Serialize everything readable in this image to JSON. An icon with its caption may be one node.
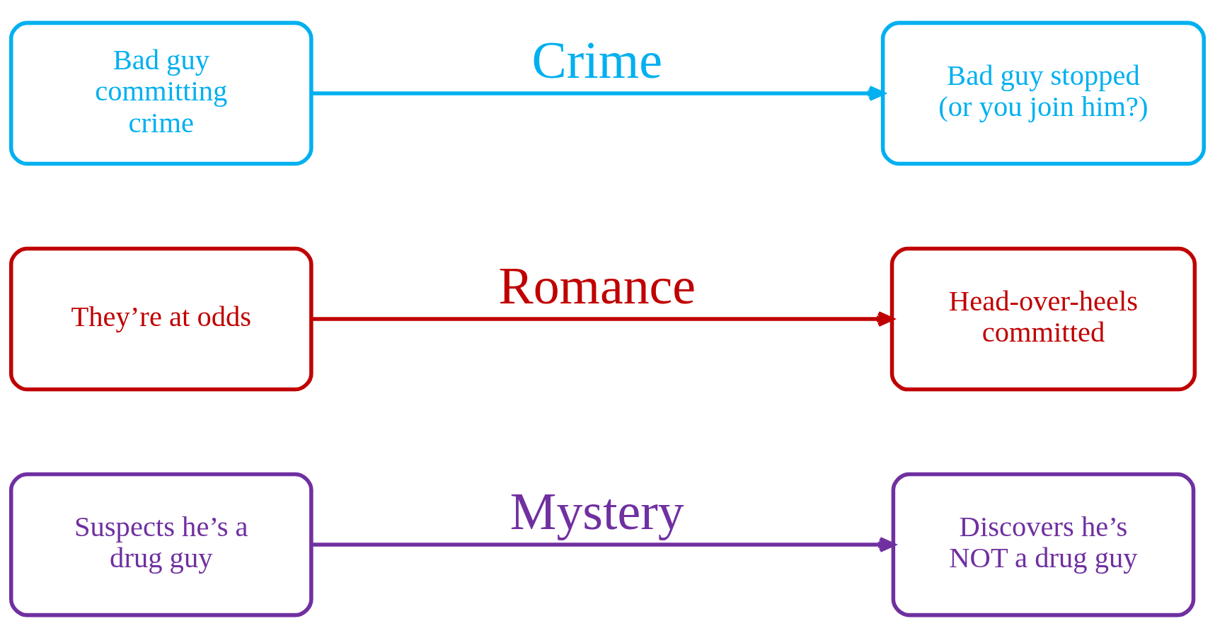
{
  "diagram": {
    "nodes": [
      {
        "text": [
          "Suspects he’s a drug guy"
        ]
      },
      {
        "text": [
          "Discovers he’s NOT a drug guy"
        ]
      },
      {
        "text": [
          "They’re at odds"
        ]
      },
      {
        "text": [
          "Head-over-heels committed"
        ]
      },
      {
        "text": [
          "Bad guy committing crime"
        ]
      },
      {
        "text": [
          "Bad guy stopped (or you join him?)"
        ]
      }
    ],
    "edges": [
      {
        "from": 0,
        "to": 1,
        "arrow": "to",
        "label": "Mystery",
        "color": "#7030a0"
      },
      {
        "from": 2,
        "to": 3,
        "arrow": "to",
        "label": "Romance",
        "color": "#c00000"
      },
      {
        "from": 4,
        "to": 5,
        "arrow": "to",
        "label": "Crime",
        "color": "#00b0f0"
      }
    ]
  }
}
